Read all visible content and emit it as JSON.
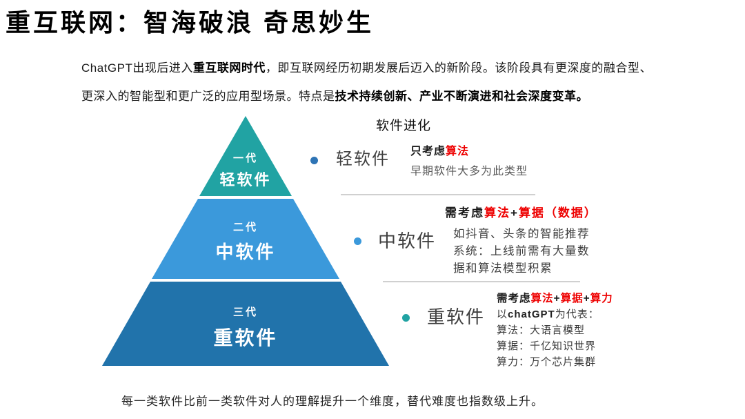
{
  "title": "重互联网：智海破浪  奇思妙生",
  "intro": {
    "seg1": "ChatGPT出现后进入",
    "seg2": "重互联网时代",
    "seg3": "，即互联网经历初期发展后迈入的新阶段。该阶段具有更深度的融合型、",
    "line2a": "更深入的智能型和更广泛的应用型场景。特点是",
    "line2b": "技术持续创新、产业不断演进和社会深度变革。"
  },
  "colors": {
    "tier1": "#21a3a3",
    "tier2": "#3b99db",
    "tier3": "#2173ab",
    "red": "#ee0000",
    "bullet1": "#2e74b5",
    "bullet2": "#3b99db",
    "bullet3": "#21a3a3"
  },
  "pyramid": {
    "tiers": [
      {
        "gen": "一代",
        "name": "轻软件"
      },
      {
        "gen": "二代",
        "name": "中软件"
      },
      {
        "gen": "三代",
        "name": "重软件"
      }
    ]
  },
  "evolution": {
    "heading": "软件进化",
    "items": [
      {
        "label": "轻软件",
        "title_black": "只考虑",
        "title_red": "算法",
        "desc": "早期软件大多为此类型"
      },
      {
        "label": "中软件",
        "title_black": "需考虑",
        "title_red1": "算法",
        "title_plus1": "+",
        "title_red2": "算据（数据）",
        "desc_lines": [
          "如抖音、头条的智能推荐",
          "系统：上线前需有大量数",
          "据和算法模型积累"
        ]
      },
      {
        "label": "重软件",
        "title_black": "需考虑",
        "title_red1": "算法",
        "title_plus1": "+",
        "title_red2": "算据",
        "title_plus2": "+",
        "title_red3": "算力",
        "example_pre": "以",
        "example_bold": "chatGPT",
        "example_post": "为代表：",
        "detail_lines": [
          "算法：大语言模型",
          "算据：千亿知识世界",
          "算力：万个芯片集群"
        ]
      }
    ]
  },
  "footer": "每一类软件比前一类软件对人的理解提升一个维度，替代难度也指数级上升。"
}
